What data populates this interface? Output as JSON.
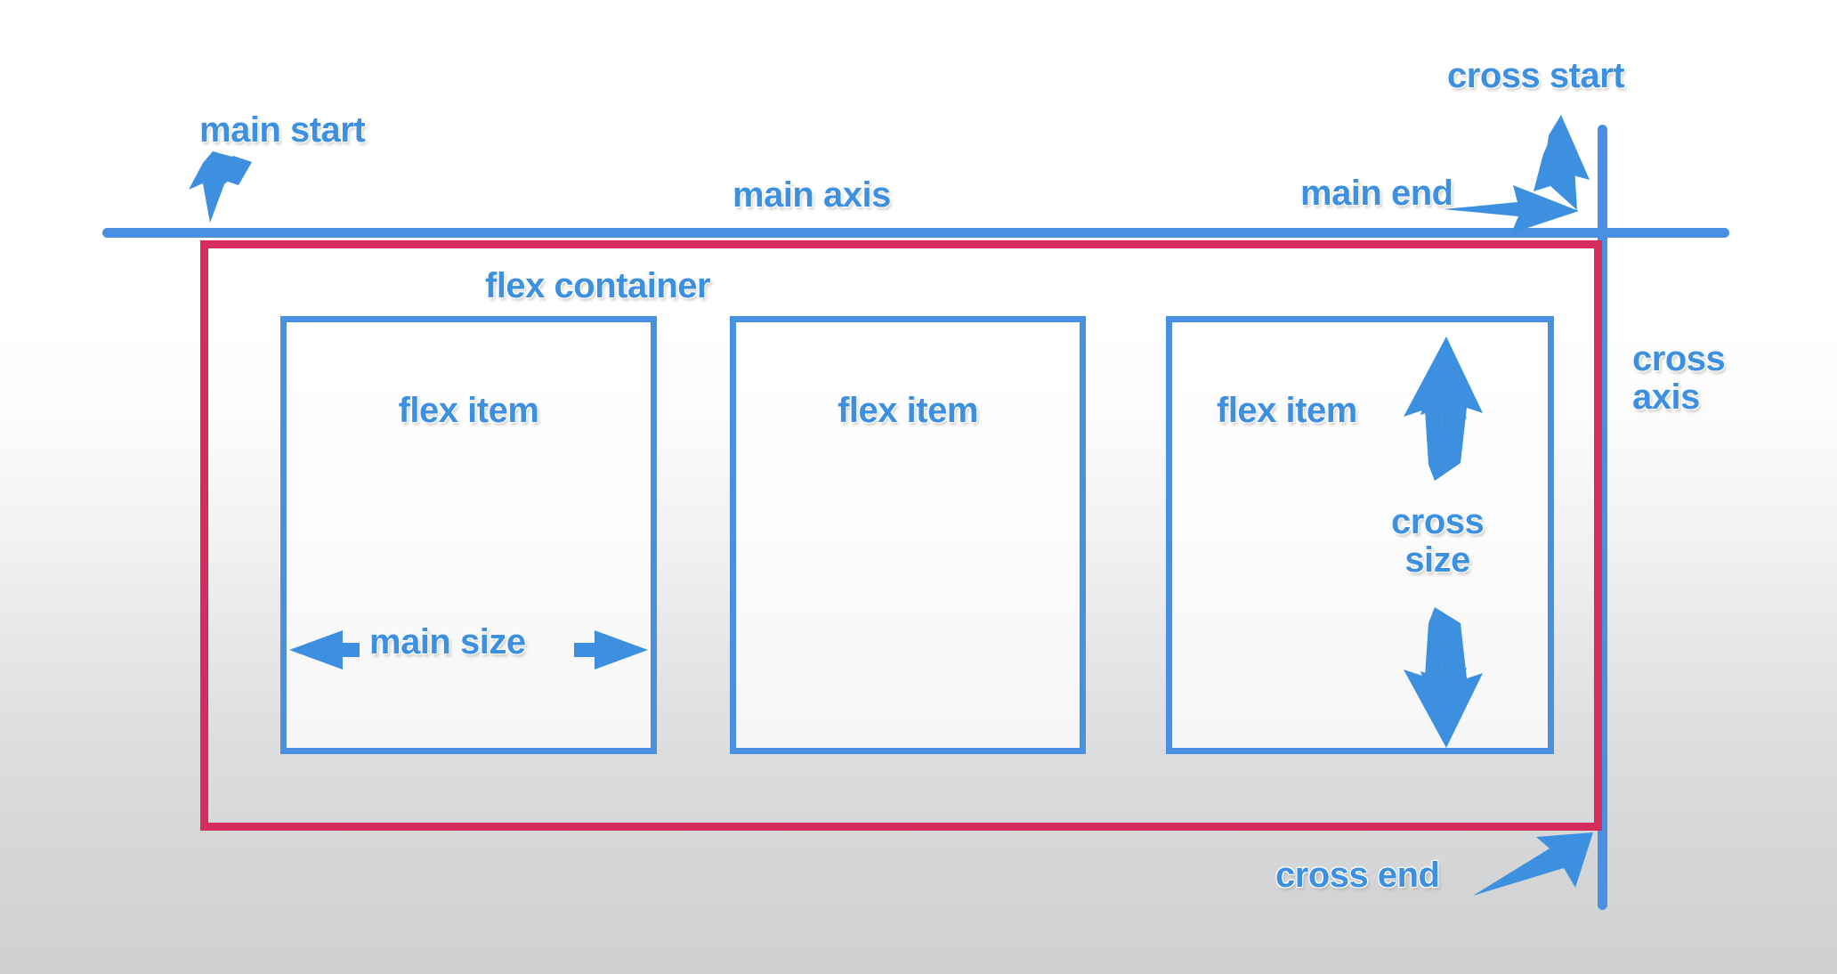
{
  "diagram": {
    "title": "CSS Flexbox axes and sizing diagram",
    "background": {
      "top_color": "#ffffff",
      "bottom_color": "#cfd0d1"
    },
    "colors": {
      "axis_blue": "#4a90e2",
      "text_blue": "#3d8fe0",
      "container_crimson": "#d62b5e",
      "item_border_blue": "#4a90e2"
    },
    "axes": {
      "main_axis_label": "main axis",
      "main_start_label": "main start",
      "main_end_label": "main end",
      "cross_axis_label": "cross\naxis",
      "cross_start_label": "cross start",
      "cross_end_label": "cross end"
    },
    "container": {
      "label": "flex container"
    },
    "items": [
      {
        "label": "flex item"
      },
      {
        "label": "flex item"
      },
      {
        "label": "flex item"
      }
    ],
    "sizes": {
      "main_size_label": "main size",
      "cross_size_label": "cross\nsize"
    },
    "icons": {
      "main_start_arrow": "arrow-down-left-icon",
      "main_end_arrow": "arrow-right-icon",
      "cross_start_arrow": "arrow-down-right-icon",
      "cross_end_arrow": "arrow-up-right-icon",
      "main_size_left_arrow": "arrow-left-icon",
      "main_size_right_arrow": "arrow-right-icon",
      "cross_size_up_arrow": "arrow-up-icon",
      "cross_size_down_arrow": "arrow-down-icon"
    }
  }
}
